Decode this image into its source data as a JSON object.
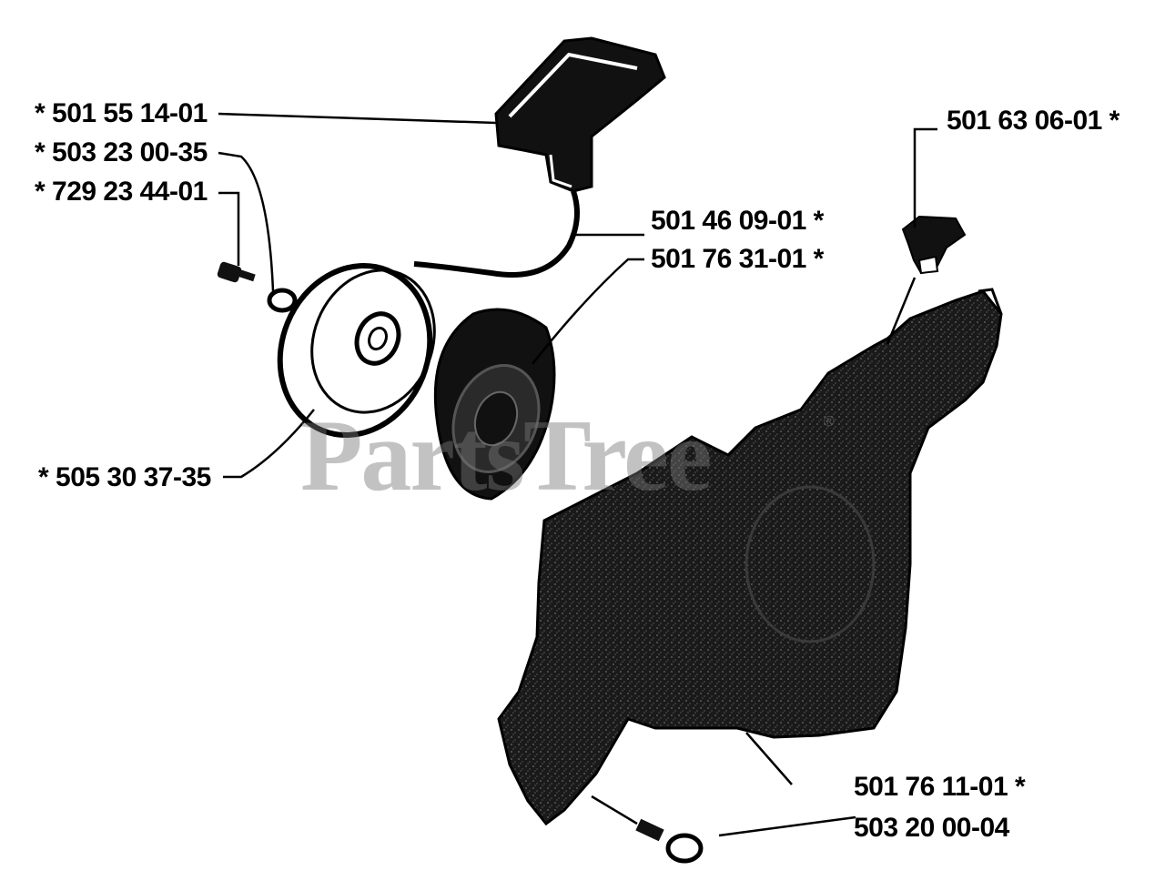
{
  "diagram": {
    "watermark": "PartsTree",
    "watermark_mark": "®",
    "labels": [
      {
        "id": "p1",
        "text": "* 501 55 14-01"
      },
      {
        "id": "p2",
        "text": "* 503 23 00-35"
      },
      {
        "id": "p3",
        "text": "* 729 23 44-01"
      },
      {
        "id": "p4",
        "text": "501 46 09-01  *"
      },
      {
        "id": "p5",
        "text": "501 76 31-01  *"
      },
      {
        "id": "p6",
        "text": "* 505 30 37-35"
      },
      {
        "id": "p7",
        "text": "501 63 06-01  *"
      },
      {
        "id": "p8",
        "text": "501 76 11-01  *"
      },
      {
        "id": "p9",
        "text": "503 20 00-04"
      }
    ]
  }
}
